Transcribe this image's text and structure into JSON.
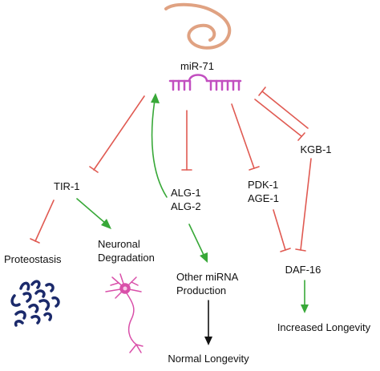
{
  "nodes": {
    "mir71": "miR-71",
    "tir1": "TIR-1",
    "alg": [
      "ALG-1",
      "ALG-2"
    ],
    "pdk_age": [
      "PDK-1",
      "AGE-1"
    ],
    "kgb1": "KGB-1",
    "proteostasis": "Proteostasis",
    "neuronal_degradation": [
      "Neuronal",
      "Degradation"
    ],
    "other_mirna": [
      "Other miRNA",
      "Production"
    ],
    "daf16": "DAF-16",
    "normal_longevity": "Normal Longevity",
    "increased_longevity": "Increased Longevity"
  },
  "icons": {
    "worm": "c-elegans-worm-icon",
    "mirna": "mirna-hairpin-icon",
    "protein": "protein-aggregate-icon",
    "neuron": "neuron-icon"
  },
  "colors": {
    "inhibit": "#e05a52",
    "activate": "#38a838",
    "neutral": "#111111",
    "mirna": "#c24fc0",
    "worm": "#e0a282",
    "protein": "#1b2a6b",
    "neuron": "#d94fa9"
  }
}
